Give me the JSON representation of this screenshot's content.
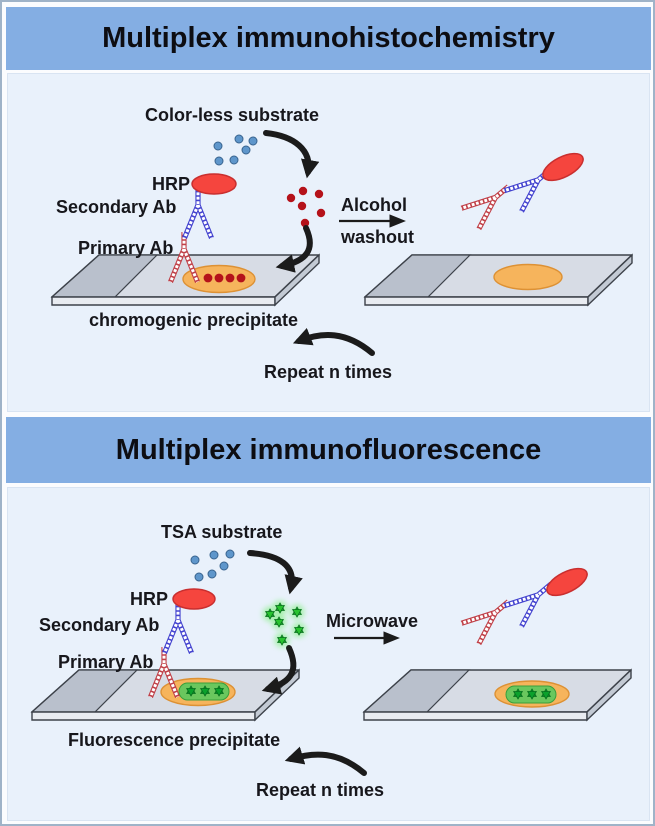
{
  "figure": {
    "type": "two-panel scientific workflow diagram",
    "colors": {
      "header_blue": "#84aee3",
      "panel_background": "#e9f1fb",
      "slide_gray": "#d7dce5",
      "slide_frosted_end": "#b9c0cc",
      "tissue_orange": "#f6b45c",
      "hrp_red": "#f5453e",
      "antibody_blue": "#4343cf",
      "antibody_red": "#c04048",
      "substrate_dot_blue": "#5e96cb",
      "chromogen_dot_red": "#b5121a",
      "fluorophore_green": "#29c32f",
      "arrow_black": "#1b1b1b"
    }
  },
  "panel1": {
    "title": "Multiplex immunohistochemistry",
    "substrate_label": "Color-less substrate",
    "hrp_label": "HRP",
    "secondary_ab_label": "Secondary Ab",
    "primary_ab_label": "Primary Ab",
    "wash_line1": "Alcohol",
    "wash_line2": "washout",
    "precipitate_label": "chromogenic precipitate",
    "repeat_label": "Repeat n times"
  },
  "panel2": {
    "title": "Multiplex immunofluorescence",
    "substrate_label": "TSA substrate",
    "hrp_label": "HRP",
    "secondary_ab_label": "Secondary Ab",
    "primary_ab_label": "Primary Ab",
    "wash_line1": "Microwave",
    "precipitate_label": "Fluorescence precipitate",
    "repeat_label": "Repeat n times"
  }
}
